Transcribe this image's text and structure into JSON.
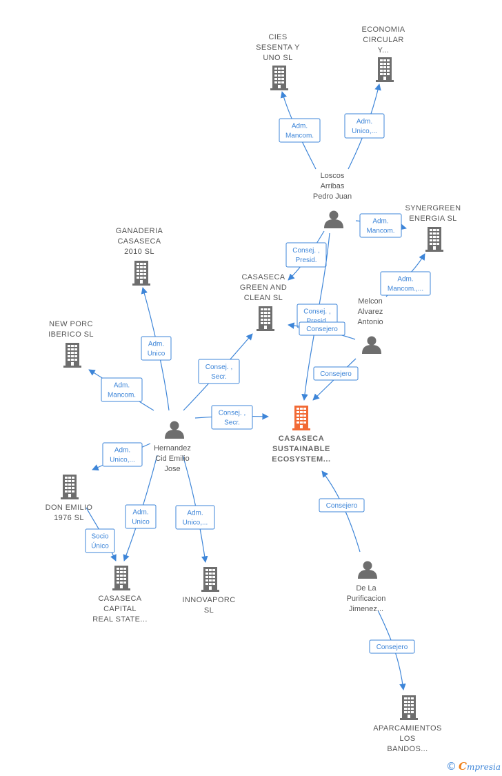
{
  "nodes": [
    {
      "id": "cies",
      "kind": "company",
      "label": [
        "CIES",
        "SESENTA Y",
        "UNO  SL"
      ],
      "icon": "building-icon"
    },
    {
      "id": "economia",
      "kind": "company",
      "label": [
        "ECONOMIA",
        "CIRCULAR",
        "Y..."
      ],
      "icon": "building-icon"
    },
    {
      "id": "loscos",
      "kind": "person",
      "label": [
        "Loscos",
        "Arribas",
        "Pedro Juan"
      ],
      "icon": "person-icon"
    },
    {
      "id": "synergreen",
      "kind": "company",
      "label": [
        "SYNERGREEN",
        "ENERGIA  SL"
      ],
      "icon": "building-icon"
    },
    {
      "id": "ganaderia",
      "kind": "company",
      "label": [
        "GANADERIA",
        "CASASECA",
        "2010 SL"
      ],
      "icon": "building-icon"
    },
    {
      "id": "green",
      "kind": "company",
      "label": [
        "CASASECA",
        "GREEN AND",
        "CLEAN  SL"
      ],
      "icon": "building-icon"
    },
    {
      "id": "melcon",
      "kind": "person",
      "label": [
        "Melcon",
        "Alvarez",
        "Antonio"
      ],
      "icon": "person-icon"
    },
    {
      "id": "newporc",
      "kind": "company",
      "label": [
        "NEW PORC",
        "IBERICO  SL"
      ],
      "icon": "building-icon"
    },
    {
      "id": "hernandez",
      "kind": "person",
      "label": [
        "Hernandez",
        "Cid Emilio",
        "Jose"
      ],
      "icon": "person-icon"
    },
    {
      "id": "sustainable",
      "kind": "main",
      "label": [
        "CASASECA",
        "SUSTAINABLE",
        "ECOSYSTEM..."
      ],
      "icon": "building-icon",
      "color": "#f26a35"
    },
    {
      "id": "donemilio",
      "kind": "company",
      "label": [
        "DON EMILIO",
        "1976  SL"
      ],
      "icon": "building-icon"
    },
    {
      "id": "capital",
      "kind": "company",
      "label": [
        "CASASECA",
        "CAPITAL",
        "REAL STATE..."
      ],
      "icon": "building-icon"
    },
    {
      "id": "innovaporc",
      "kind": "company",
      "label": [
        "INNOVAPORC",
        "SL"
      ],
      "icon": "building-icon"
    },
    {
      "id": "delapurificacion",
      "kind": "person",
      "label": [
        "De La",
        "Purificacion",
        "Jimenez..."
      ],
      "icon": "person-icon"
    },
    {
      "id": "aparcamientos",
      "kind": "company",
      "label": [
        "APARCAMIENTOS",
        "LOS",
        "BANDOS..."
      ],
      "icon": "building-icon"
    }
  ],
  "edges": [
    {
      "from": "loscos",
      "to": "cies",
      "label": [
        "Adm.",
        "Mancom."
      ]
    },
    {
      "from": "loscos",
      "to": "economia",
      "label": [
        "Adm.",
        "Unico,..."
      ]
    },
    {
      "from": "loscos",
      "to": "synergreen",
      "label": [
        "Adm.",
        "Mancom."
      ]
    },
    {
      "from": "loscos",
      "to": "green",
      "label": [
        "Consej. ,",
        "Presid."
      ]
    },
    {
      "from": "loscos",
      "to": "sustainable",
      "label": [
        "Consej. ,",
        "Presid."
      ]
    },
    {
      "from": "melcon",
      "to": "synergreen",
      "label": [
        "Adm.",
        "Mancom.,..."
      ]
    },
    {
      "from": "melcon",
      "to": "green",
      "label": [
        "Consejero"
      ]
    },
    {
      "from": "melcon",
      "to": "sustainable",
      "label": [
        "Consejero"
      ]
    },
    {
      "from": "hernandez",
      "to": "ganaderia",
      "label": [
        "Adm.",
        "Unico"
      ]
    },
    {
      "from": "hernandez",
      "to": "green",
      "label": [
        "Consej. ,",
        "Secr."
      ]
    },
    {
      "from": "hernandez",
      "to": "newporc",
      "label": [
        "Adm.",
        "Mancom."
      ]
    },
    {
      "from": "hernandez",
      "to": "sustainable",
      "label": [
        "Consej. ,",
        "Secr."
      ]
    },
    {
      "from": "hernandez",
      "to": "donemilio",
      "label": [
        "Adm.",
        "Unico,..."
      ]
    },
    {
      "from": "hernandez",
      "to": "capital",
      "label": [
        "Adm.",
        "Unico"
      ]
    },
    {
      "from": "hernandez",
      "to": "innovaporc",
      "label": [
        "Adm.",
        "Unico,..."
      ]
    },
    {
      "from": "donemilio",
      "to": "capital",
      "label": [
        "Socio",
        "Único"
      ]
    },
    {
      "from": "delapurificacion",
      "to": "sustainable",
      "label": [
        "Consejero"
      ]
    },
    {
      "from": "delapurificacion",
      "to": "aparcamientos",
      "label": [
        "Consejero"
      ]
    }
  ],
  "colors": {
    "edge": "#3d85d8",
    "icon": "#6e6e6e",
    "main": "#f26a35"
  },
  "footer": {
    "copyright": "©",
    "brand_first": "C",
    "brand_rest": "mpresia"
  }
}
